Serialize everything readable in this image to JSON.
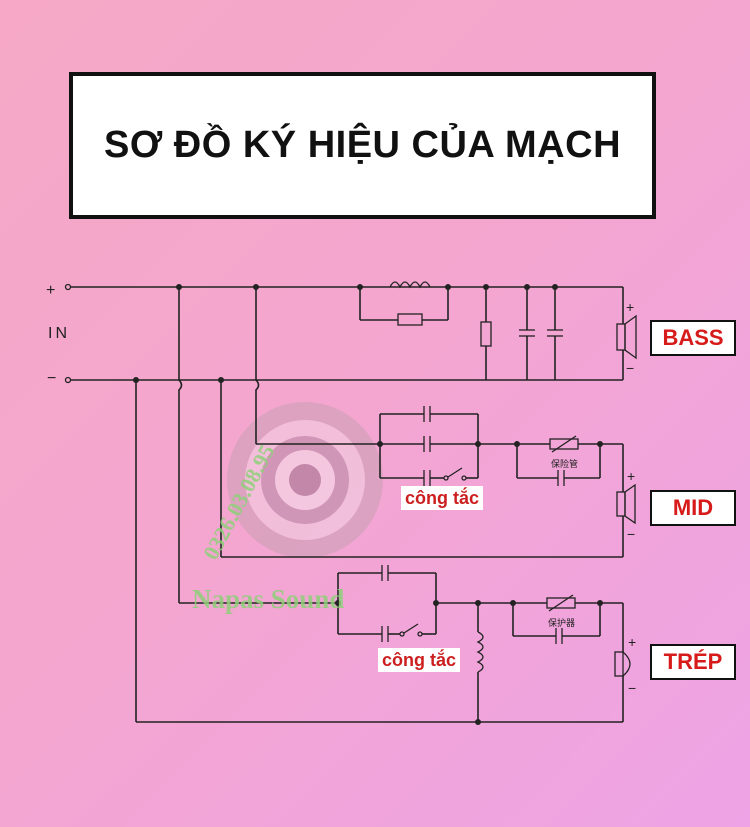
{
  "title": "SƠ ĐỒ KÝ HIỆU CỦA MẠCH",
  "input": {
    "label": "IN",
    "plus": "+",
    "minus": "−"
  },
  "outputs": [
    {
      "name": "BASS",
      "plus": "+",
      "minus": "−"
    },
    {
      "name": "MID",
      "plus": "+",
      "minus": "−"
    },
    {
      "name": "TRÉP",
      "plus": "+",
      "minus": "−"
    }
  ],
  "switch_labels": [
    "công tắc",
    "công tắc"
  ],
  "component_labels": [
    "保险管",
    "保护器"
  ],
  "watermark": {
    "phone": "0326.03.08.95",
    "brand": "Napas Sound"
  },
  "colors": {
    "label_red": "#d71a1a",
    "wire": "#222222",
    "watermark_green": "#8fd07a"
  }
}
